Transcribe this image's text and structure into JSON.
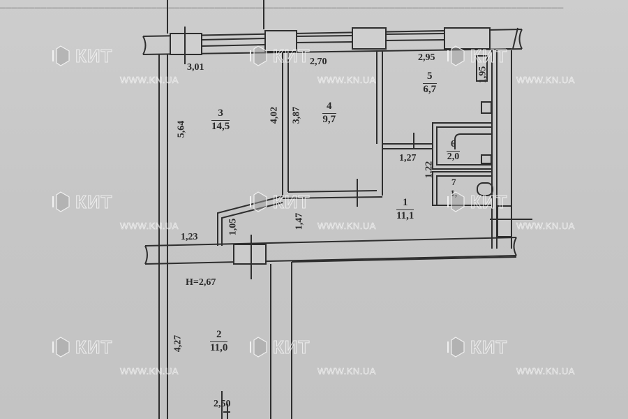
{
  "document": {
    "type": "apartment floor plan (scanned)",
    "ceiling_height": "H=2,67"
  },
  "rooms": [
    {
      "number": "1",
      "area": "11,1"
    },
    {
      "number": "2",
      "area": "11,0"
    },
    {
      "number": "3",
      "area": "14,5"
    },
    {
      "number": "4",
      "area": "9,7"
    },
    {
      "number": "5",
      "area": "6,7"
    },
    {
      "number": "6",
      "area": "2,0"
    },
    {
      "number": "7",
      "area": "1,"
    }
  ],
  "dimensions": {
    "room3_width": "3,01",
    "room4_width": "2,70",
    "room5_width": "2,95",
    "room5_side": "1,95",
    "room3_length": "5,64",
    "room3_inner": "4,02",
    "room4_length": "3,87",
    "corridor_width": "1,27",
    "bath_side": "1,22",
    "passage_a": "1,05",
    "passage_b": "1,47",
    "passage_c": "1,23",
    "room2_length": "4,27",
    "room2_width": "2,50"
  },
  "watermark": {
    "brand": "КИТ",
    "url": "WWW.KN.UA"
  }
}
